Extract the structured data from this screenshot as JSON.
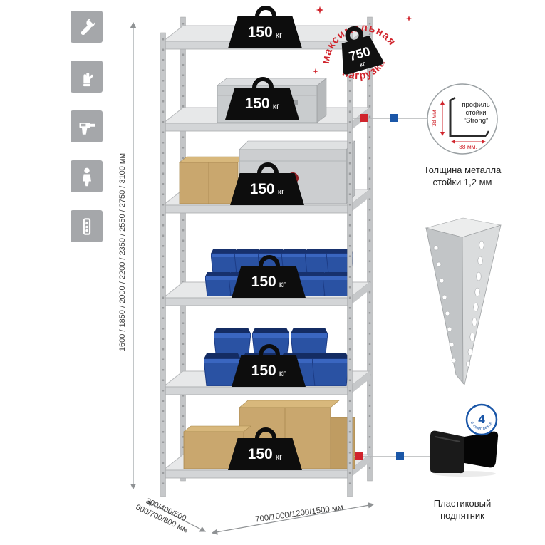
{
  "colors": {
    "accent_red": "#d0242c",
    "accent_blue": "#1b57a8",
    "tile_gray": "#a5a7aa",
    "bin_blue": "#2a52a3"
  },
  "left_toolbar": {
    "icons": [
      {
        "name": "wrench-icon"
      },
      {
        "name": "gloves-icon"
      },
      {
        "name": "drill-icon"
      },
      {
        "name": "person-icon"
      },
      {
        "name": "level-icon"
      }
    ]
  },
  "height_dimension": {
    "label": "1600 / 1850 / 2000 / 2200 / 2350 / 2550 / 2750 / 3100 мм"
  },
  "max_load_stamp": {
    "arc_top": "максимальная",
    "arc_bottom": "нагрузка",
    "value": "750",
    "unit": "кг"
  },
  "shelves": [
    {
      "load_value": "150",
      "load_unit": "кг"
    },
    {
      "load_value": "150",
      "load_unit": "кг"
    },
    {
      "load_value": "150",
      "load_unit": "кг"
    },
    {
      "load_value": "150",
      "load_unit": "кг"
    },
    {
      "load_value": "150",
      "load_unit": "кг"
    },
    {
      "load_value": "150",
      "load_unit": "кг"
    }
  ],
  "profile_detail": {
    "dim_height": "38 мм",
    "dim_width": "38 мм.",
    "label_line1": "профиль",
    "label_line2": "стойки",
    "label_line3": "“Strong”",
    "caption_line1": "Толщина металла",
    "caption_line2": "стойки 1,2 мм"
  },
  "foot_detail": {
    "badge_value": "4",
    "badge_text": "в комплекте",
    "caption_line1": "Пластиковый",
    "caption_line2": "подпятник"
  },
  "bottom_dimensions": {
    "depth_line1": "300/400/500",
    "depth_line2": "600/700/800 мм",
    "width": "700/1000/1200/1500 мм"
  }
}
